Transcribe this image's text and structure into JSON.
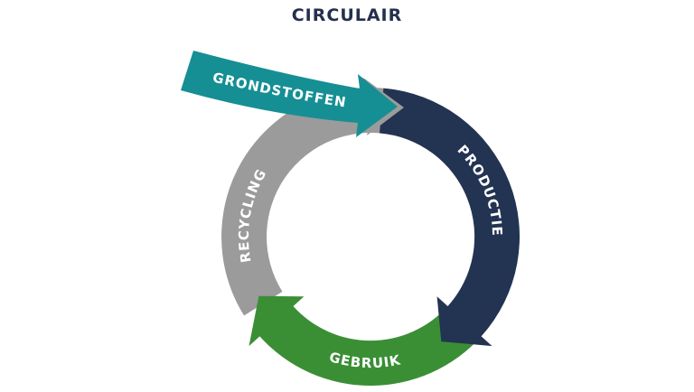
{
  "title": "CIRCULAIR",
  "colors": {
    "title": "#24304d",
    "productie": "#233352",
    "gebruik": "#3a8f35",
    "recycling": "#9b9b9b",
    "grondstoffen": "#158f94",
    "label_text": "#ffffff"
  },
  "stages": {
    "grondstoffen": "GRONDSTOFFEN",
    "productie": "PRODUCTIE",
    "gebruik": "GEBRUIK",
    "recycling": "RECYCLING"
  },
  "flow": [
    "GRONDSTOFFEN",
    "PRODUCTIE",
    "GEBRUIK",
    "RECYCLING"
  ]
}
